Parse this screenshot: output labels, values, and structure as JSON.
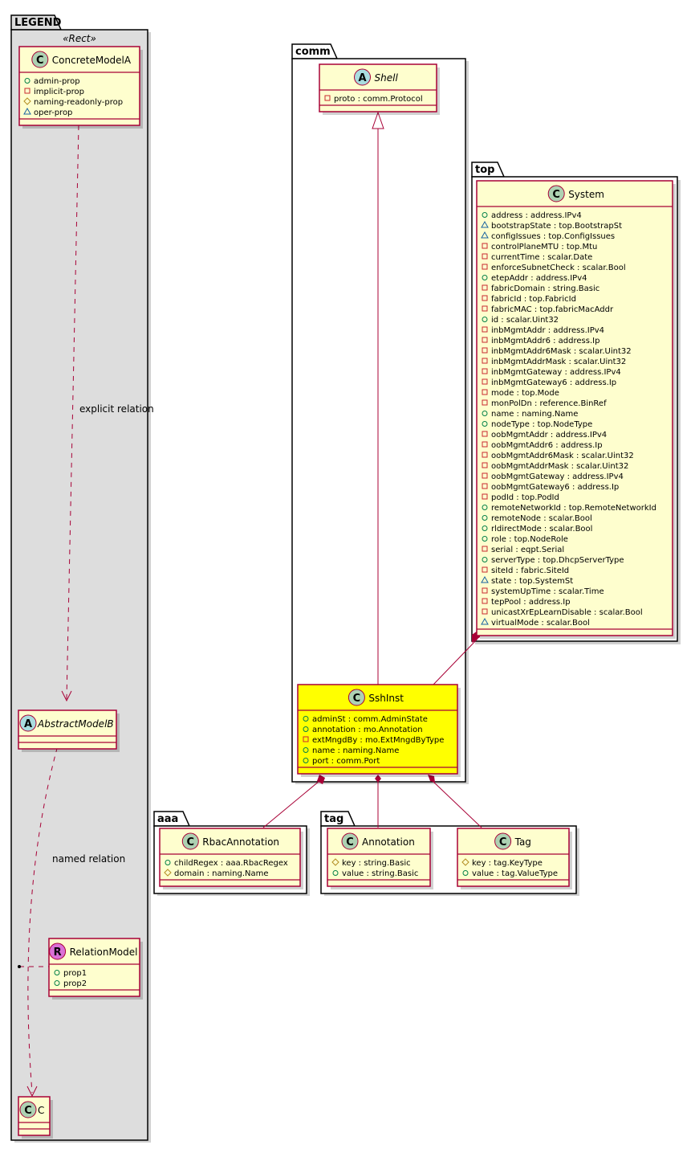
{
  "packages": {
    "legend": {
      "name": "LEGEND",
      "stereotype": "«Rect»"
    },
    "comm": {
      "name": "comm"
    },
    "top": {
      "name": "top"
    },
    "aaa": {
      "name": "aaa"
    },
    "tag": {
      "name": "tag"
    }
  },
  "visibility_icons": {
    "+": "public-circle-icon",
    "-": "private-square-icon",
    "#": "protected-diamond-icon",
    "~": "package-triangle-icon"
  },
  "colors": {
    "border": "#a80036",
    "class_fill": "#fefece",
    "highlight_fill": "#ffff00",
    "legend_fill": "#dddddd",
    "public": "#038048",
    "private": "#c82930",
    "protected": "#b38d22",
    "package": "#1963a0"
  },
  "classes": {
    "concreteModelA": {
      "kind": "C",
      "name": "ConcreteModelA",
      "abstract": false,
      "attrs": [
        {
          "vis": "+",
          "text": "admin-prop"
        },
        {
          "vis": "-",
          "text": "implicit-prop"
        },
        {
          "vis": "#",
          "text": "naming-readonly-prop"
        },
        {
          "vis": "~",
          "text": "oper-prop"
        }
      ]
    },
    "abstractModelB": {
      "kind": "A",
      "name": "AbstractModelB",
      "abstract": true,
      "attrs": []
    },
    "relationModel": {
      "kind": "R",
      "name": "RelationModel",
      "abstract": false,
      "attrs": [
        {
          "vis": "+",
          "text": "prop1"
        },
        {
          "vis": "+",
          "text": "prop2"
        }
      ]
    },
    "c": {
      "kind": "C",
      "name": "C",
      "abstract": false,
      "attrs": []
    },
    "shell": {
      "kind": "A",
      "name": "Shell",
      "abstract": true,
      "attrs": [
        {
          "vis": "-",
          "text": "proto : comm.Protocol"
        }
      ]
    },
    "sshInst": {
      "kind": "C",
      "name": "SshInst",
      "abstract": false,
      "highlight": true,
      "attrs": [
        {
          "vis": "+",
          "text": "adminSt : comm.AdminState"
        },
        {
          "vis": "+",
          "text": "annotation : mo.Annotation"
        },
        {
          "vis": "-",
          "text": "extMngdBy : mo.ExtMngdByType"
        },
        {
          "vis": "+",
          "text": "name : naming.Name"
        },
        {
          "vis": "+",
          "text": "port : comm.Port"
        }
      ]
    },
    "system": {
      "kind": "C",
      "name": "System",
      "abstract": false,
      "attrs": [
        {
          "vis": "+",
          "text": "address : address.IPv4"
        },
        {
          "vis": "~",
          "text": "bootstrapState : top.BootstrapSt"
        },
        {
          "vis": "~",
          "text": "configIssues : top.ConfigIssues"
        },
        {
          "vis": "-",
          "text": "controlPlaneMTU : top.Mtu"
        },
        {
          "vis": "-",
          "text": "currentTime : scalar.Date"
        },
        {
          "vis": "-",
          "text": "enforceSubnetCheck : scalar.Bool"
        },
        {
          "vis": "+",
          "text": "etepAddr : address.IPv4"
        },
        {
          "vis": "-",
          "text": "fabricDomain : string.Basic"
        },
        {
          "vis": "-",
          "text": "fabricId : top.FabricId"
        },
        {
          "vis": "-",
          "text": "fabricMAC : top.fabricMacAddr"
        },
        {
          "vis": "+",
          "text": "id : scalar.Uint32"
        },
        {
          "vis": "-",
          "text": "inbMgmtAddr : address.IPv4"
        },
        {
          "vis": "-",
          "text": "inbMgmtAddr6 : address.Ip"
        },
        {
          "vis": "-",
          "text": "inbMgmtAddr6Mask : scalar.Uint32"
        },
        {
          "vis": "-",
          "text": "inbMgmtAddrMask : scalar.Uint32"
        },
        {
          "vis": "-",
          "text": "inbMgmtGateway : address.IPv4"
        },
        {
          "vis": "-",
          "text": "inbMgmtGateway6 : address.Ip"
        },
        {
          "vis": "-",
          "text": "mode : top.Mode"
        },
        {
          "vis": "-",
          "text": "monPolDn : reference.BinRef"
        },
        {
          "vis": "+",
          "text": "name : naming.Name"
        },
        {
          "vis": "+",
          "text": "nodeType : top.NodeType"
        },
        {
          "vis": "-",
          "text": "oobMgmtAddr : address.IPv4"
        },
        {
          "vis": "-",
          "text": "oobMgmtAddr6 : address.Ip"
        },
        {
          "vis": "-",
          "text": "oobMgmtAddr6Mask : scalar.Uint32"
        },
        {
          "vis": "-",
          "text": "oobMgmtAddrMask : scalar.Uint32"
        },
        {
          "vis": "-",
          "text": "oobMgmtGateway : address.IPv4"
        },
        {
          "vis": "-",
          "text": "oobMgmtGateway6 : address.Ip"
        },
        {
          "vis": "-",
          "text": "podId : top.PodId"
        },
        {
          "vis": "+",
          "text": "remoteNetworkId : top.RemoteNetworkId"
        },
        {
          "vis": "+",
          "text": "remoteNode : scalar.Bool"
        },
        {
          "vis": "+",
          "text": "rldirectMode : scalar.Bool"
        },
        {
          "vis": "+",
          "text": "role : top.NodeRole"
        },
        {
          "vis": "-",
          "text": "serial : eqpt.Serial"
        },
        {
          "vis": "+",
          "text": "serverType : top.DhcpServerType"
        },
        {
          "vis": "-",
          "text": "siteId : fabric.SiteId"
        },
        {
          "vis": "~",
          "text": "state : top.SystemSt"
        },
        {
          "vis": "-",
          "text": "systemUpTime : scalar.Time"
        },
        {
          "vis": "-",
          "text": "tepPool : address.Ip"
        },
        {
          "vis": "-",
          "text": "unicastXrEpLearnDisable : scalar.Bool"
        },
        {
          "vis": "~",
          "text": "virtualMode : scalar.Bool"
        }
      ]
    },
    "rbacAnnotation": {
      "kind": "C",
      "name": "RbacAnnotation",
      "abstract": false,
      "attrs": [
        {
          "vis": "+",
          "text": "childRegex : aaa.RbacRegex"
        },
        {
          "vis": "#",
          "text": "domain : naming.Name"
        }
      ]
    },
    "annotation": {
      "kind": "C",
      "name": "Annotation",
      "abstract": false,
      "attrs": [
        {
          "vis": "#",
          "text": "key : string.Basic"
        },
        {
          "vis": "+",
          "text": "value : string.Basic"
        }
      ]
    },
    "tag": {
      "kind": "C",
      "name": "Tag",
      "abstract": false,
      "attrs": [
        {
          "vis": "#",
          "text": "key : tag.KeyType"
        },
        {
          "vis": "+",
          "text": "value : tag.ValueType"
        }
      ]
    }
  },
  "relations": [
    {
      "from": "ConcreteModelA",
      "to": "AbstractModelB",
      "type": "dependency",
      "label": "explicit relation"
    },
    {
      "from": "AbstractModelB",
      "to": "C",
      "type": "dependency",
      "label": "named relation",
      "association_class": "RelationModel"
    },
    {
      "from": "SshInst",
      "to": "Shell",
      "type": "inheritance",
      "label": ""
    },
    {
      "from": "System",
      "to": "SshInst",
      "type": "composition",
      "label": ""
    },
    {
      "from": "SshInst",
      "to": "RbacAnnotation",
      "type": "composition",
      "label": ""
    },
    {
      "from": "SshInst",
      "to": "Annotation",
      "type": "composition",
      "label": ""
    },
    {
      "from": "SshInst",
      "to": "Tag",
      "type": "composition",
      "label": ""
    }
  ]
}
